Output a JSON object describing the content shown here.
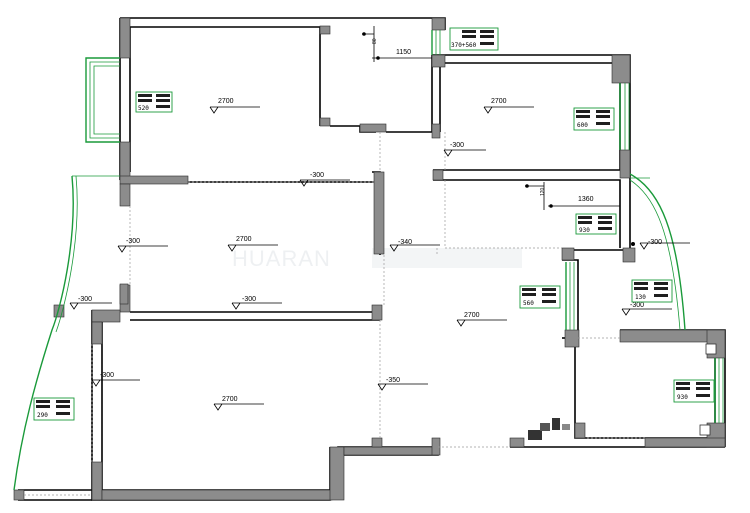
{
  "watermark": "HUARAN",
  "room_heights": [
    {
      "id": "r1",
      "text": "2700"
    },
    {
      "id": "r2",
      "text": "2700"
    },
    {
      "id": "r3",
      "text": "2700"
    },
    {
      "id": "r4",
      "text": "2700"
    },
    {
      "id": "r5",
      "text": "2700"
    }
  ],
  "offsets": [
    {
      "id": "o1",
      "text": "-300"
    },
    {
      "id": "o2",
      "text": "-300"
    },
    {
      "id": "o3",
      "text": "-300"
    },
    {
      "id": "o4",
      "text": "-300"
    },
    {
      "id": "o5",
      "text": "-300"
    },
    {
      "id": "o6",
      "text": "-300"
    },
    {
      "id": "o7",
      "text": "-340"
    },
    {
      "id": "o8",
      "text": "-300"
    },
    {
      "id": "o9",
      "text": "-300"
    },
    {
      "id": "o10",
      "text": "-350"
    }
  ],
  "dimensions": [
    {
      "id": "d1",
      "text": "1150"
    },
    {
      "id": "d2",
      "text": "1360"
    },
    {
      "id": "d3",
      "text": "80"
    },
    {
      "id": "d4",
      "text": "120"
    }
  ],
  "window_tags": [
    {
      "id": "w1",
      "value": "520"
    },
    {
      "id": "w2",
      "value": "370+560"
    },
    {
      "id": "w3",
      "value": "600"
    },
    {
      "id": "w4",
      "value": "930"
    },
    {
      "id": "w5",
      "value": "560"
    },
    {
      "id": "w6",
      "value": "130"
    },
    {
      "id": "w7",
      "value": "930"
    },
    {
      "id": "w8",
      "value": "290"
    }
  ]
}
